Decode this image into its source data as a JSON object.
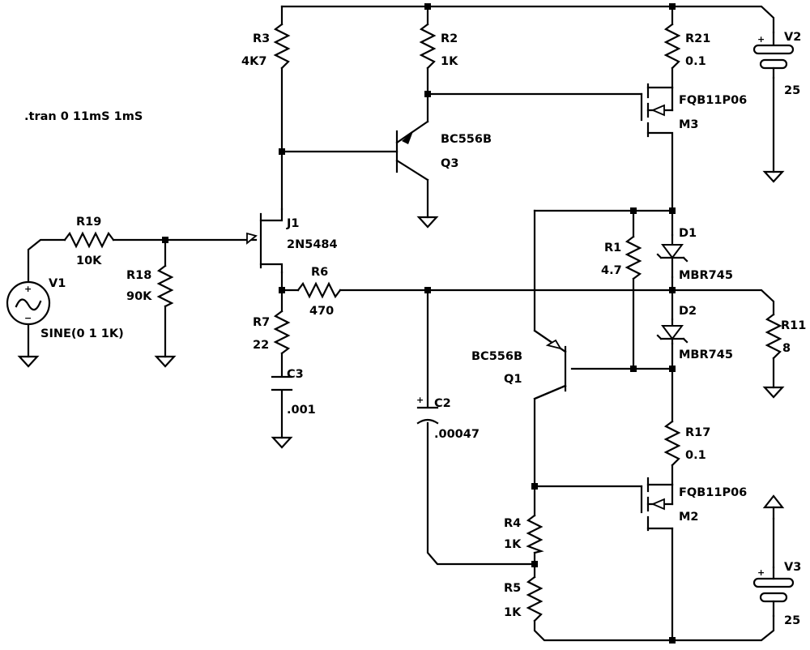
{
  "directive": ".tran 0 11mS 1mS",
  "components": {
    "R3": {
      "name": "R3",
      "value": "4K7"
    },
    "R2": {
      "name": "R2",
      "value": "1K"
    },
    "R21": {
      "name": "R21",
      "value": "0.1"
    },
    "V2": {
      "name": "V2",
      "value": "25"
    },
    "M3": {
      "name": "M3",
      "value": "FQB11P06"
    },
    "Q3": {
      "name": "Q3",
      "value": "BC556B"
    },
    "J1": {
      "name": "J1",
      "value": "2N5484"
    },
    "R19": {
      "name": "R19",
      "value": "10K"
    },
    "R18": {
      "name": "R18",
      "value": "90K"
    },
    "V1": {
      "name": "V1",
      "value": "SINE(0 1 1K)"
    },
    "R6": {
      "name": "R6",
      "value": "470"
    },
    "R7": {
      "name": "R7",
      "value": "22"
    },
    "C3": {
      "name": "C3",
      "value": ".001"
    },
    "C2": {
      "name": "C2",
      "value": ".00047"
    },
    "R1": {
      "name": "R1",
      "value": "4.7"
    },
    "D1": {
      "name": "D1",
      "value": "MBR745"
    },
    "D2": {
      "name": "D2",
      "value": "MBR745"
    },
    "R11": {
      "name": "R11",
      "value": "8"
    },
    "Q1": {
      "name": "Q1",
      "value": "BC556B"
    },
    "R17": {
      "name": "R17",
      "value": "0.1"
    },
    "M2": {
      "name": "M2",
      "value": "FQB11P06"
    },
    "R4": {
      "name": "R4",
      "value": "1K"
    },
    "R5": {
      "name": "R5",
      "value": "1K"
    },
    "V3": {
      "name": "V3",
      "value": "25"
    }
  },
  "polarity": {
    "plus": "+",
    "minus": "−"
  }
}
